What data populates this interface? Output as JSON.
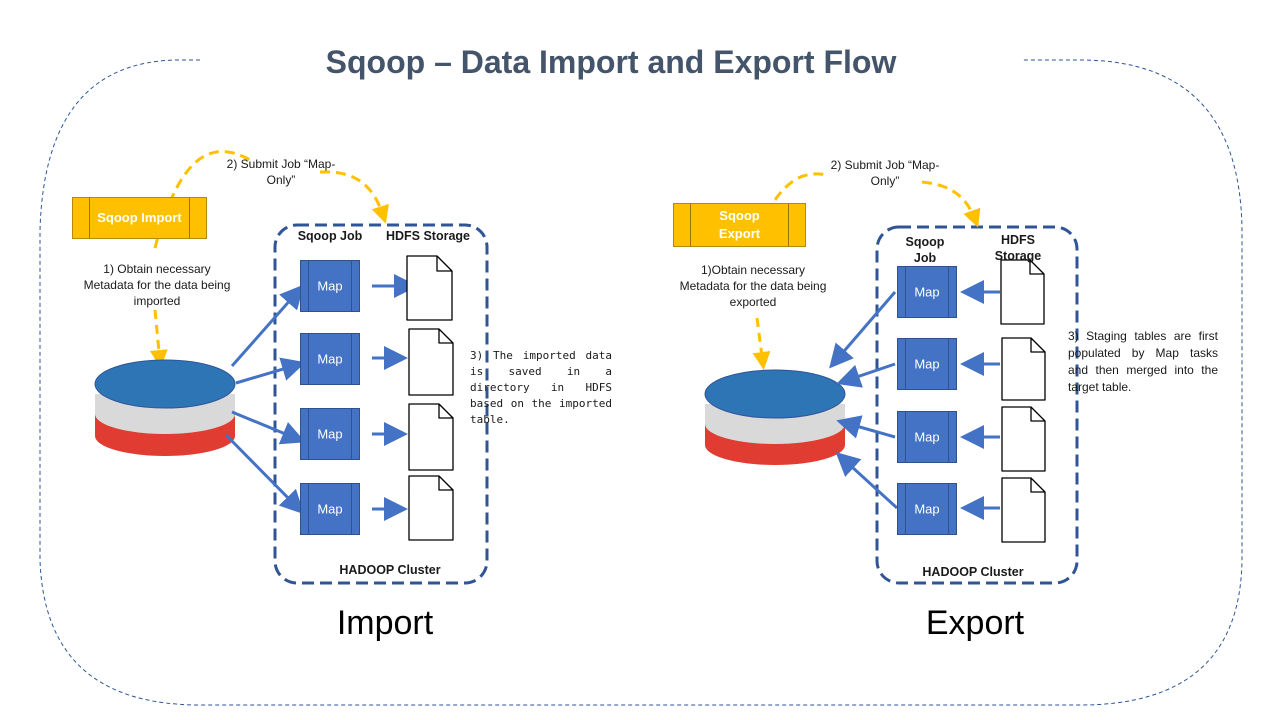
{
  "title": "Sqoop – Data Import and Export Flow",
  "colors": {
    "accent_yellow": "#ffc000",
    "map_blue": "#4472c4",
    "db_top": "#2e75b6",
    "db_mid": "#d9d9d9",
    "db_bottom": "#e03c31",
    "cluster_border": "#2f5597",
    "title": "#44546a"
  },
  "import": {
    "caption": "Import",
    "sqoop_box": "Sqoop Import",
    "step1": "1) Obtain necessary Metadata for the data being imported",
    "step2": "2) Submit Job “Map-Only”",
    "step3": "3) The imported data is saved in a directory in HDFS based on the imported table.",
    "sqoop_job_label": "Sqoop Job",
    "hdfs_label": "HDFS Storage",
    "cluster_label": "HADOOP Cluster",
    "maps": [
      "Map",
      "Map",
      "Map",
      "Map"
    ]
  },
  "export": {
    "caption": "Export",
    "sqoop_box": "Sqoop Export",
    "step1": "1)Obtain necessary Metadata for the data being exported",
    "step2": "2) Submit Job “Map-Only”",
    "step3": "3) Staging tables are first populated by Map tasks and then merged into the target table.",
    "sqoop_job_label": "Sqoop Job",
    "hdfs_label": "HDFS Storage",
    "cluster_label": "HADOOP Cluster",
    "maps": [
      "Map",
      "Map",
      "Map",
      "Map"
    ]
  }
}
